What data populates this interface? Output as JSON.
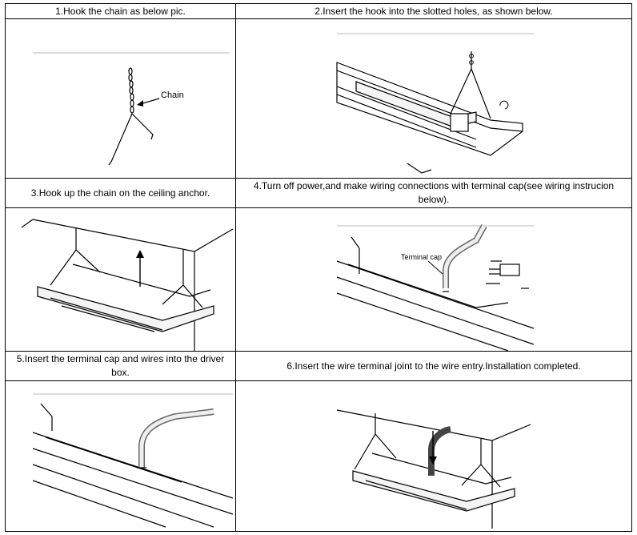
{
  "steps": [
    {
      "step_text": "1.Hook the chain as below pic.",
      "callout": "Chain"
    },
    {
      "step_text": "2.Insert the hook into the slotted holes,  as shown below."
    },
    {
      "step_text": "3.Hook up the chain on the ceiling anchor."
    },
    {
      "step_text": "4.Turn off power,and make wiring connections   with terminal cap(see wiring instrucion below).",
      "callout": "Terminal cap"
    },
    {
      "step_text": "5.Insert the terminal cap and wires into the driver box."
    },
    {
      "step_text": "6.Insert the wire terminal joint to the  wire entry.Installation completed."
    }
  ]
}
